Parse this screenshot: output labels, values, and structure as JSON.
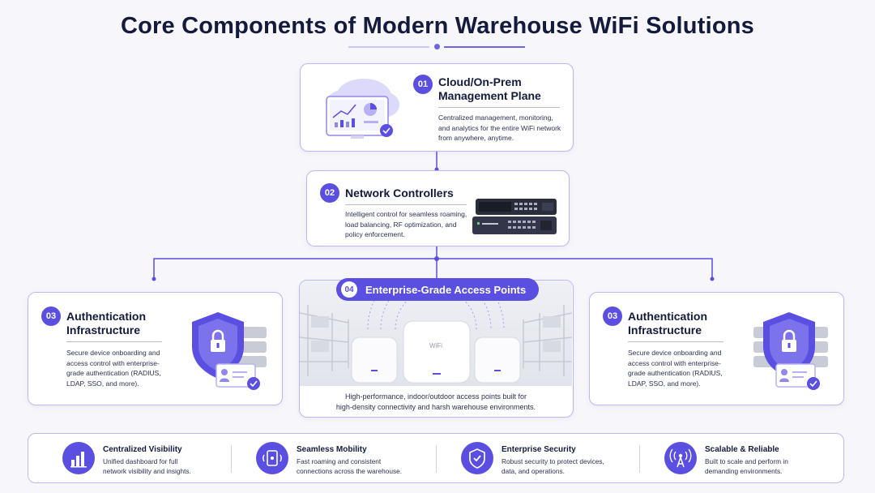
{
  "title": "Core Components of Modern Warehouse WiFi Solutions",
  "components": {
    "management": {
      "number": "01",
      "title_line1": "Cloud/On-Prem",
      "title_line2": "Management Plane",
      "desc_line1": "Centralized management, monitoring,",
      "desc_line2": "and analytics for the entire WiFi network",
      "desc_line3": "from anywhere, anytime."
    },
    "controllers": {
      "number": "02",
      "title": "Network Controllers",
      "desc_line1": "Intelligent control for seamless roaming,",
      "desc_line2": "load balancing, RF optimization, and",
      "desc_line3": "policy enforcement."
    },
    "auth_left": {
      "number": "03",
      "title_line1": "Authentication",
      "title_line2": "Infrastructure",
      "desc_line1": "Secure device onboarding and",
      "desc_line2": "access control with enterprise-",
      "desc_line3": "grade authentication (RADIUS,",
      "desc_line4": "LDAP, SSO, and more)."
    },
    "auth_right": {
      "number": "03",
      "title_line1": "Authentication",
      "title_line2": "Infrastructure",
      "desc_line1": "Secure device onboarding and",
      "desc_line2": "access control with enterprise-",
      "desc_line3": "grade authentication (RADIUS,",
      "desc_line4": "LDAP, SSO, and more)."
    },
    "access_points": {
      "number": "04",
      "title": "Enterprise-Grade Access Points",
      "ap_label": "WiFi",
      "desc_line1": "High-performance, indoor/outdoor access points built for",
      "desc_line2": "high-density connectivity and harsh warehouse environments."
    }
  },
  "features": [
    {
      "icon": "bar-chart-icon",
      "title": "Centralized Visibility",
      "desc_line1": "Unified dashboard for full",
      "desc_line2": "network visibility and insights."
    },
    {
      "icon": "mobility-icon",
      "title": "Seamless Mobility",
      "desc_line1": "Fast roaming and consistent",
      "desc_line2": "connections across the warehouse."
    },
    {
      "icon": "shield-check-icon",
      "title": "Enterprise Security",
      "desc_line1": "Robust security to protect devices,",
      "desc_line2": "data, and operations."
    },
    {
      "icon": "antenna-icon",
      "title": "Scalable & Reliable",
      "desc_line1": "Built to scale and perform in",
      "desc_line2": "demanding environments."
    }
  ],
  "colors": {
    "accent": "#5a4fe0",
    "border": "#bcb7f0",
    "title": "#141a3d",
    "background": "#f7f7fb"
  }
}
